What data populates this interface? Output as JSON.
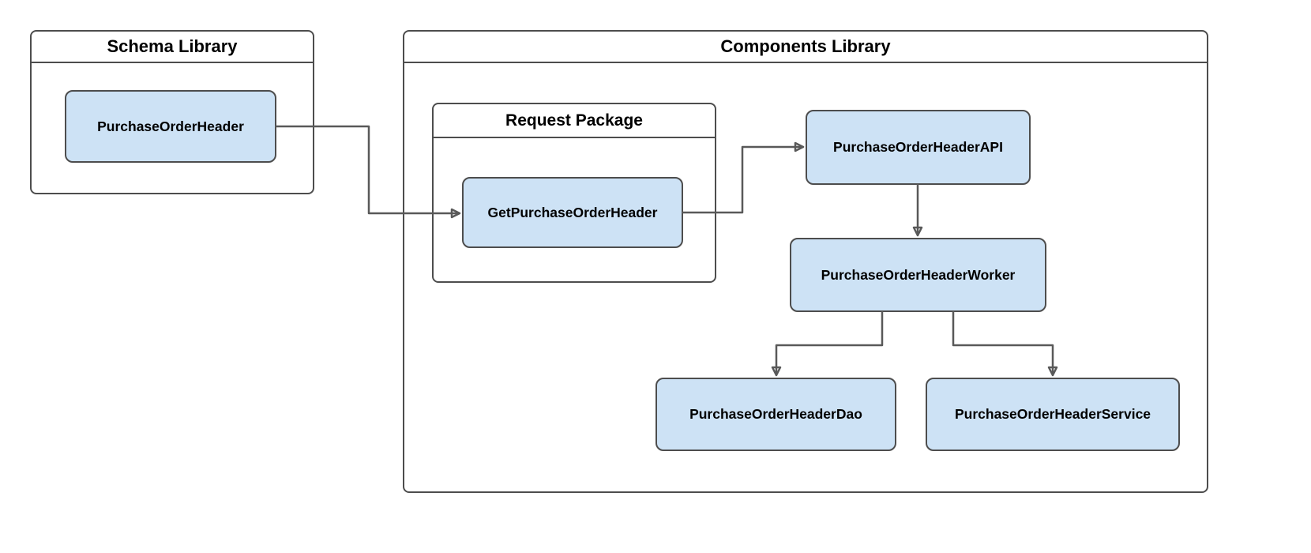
{
  "diagram": {
    "containers": {
      "schema_library": {
        "title": "Schema Library"
      },
      "components_library": {
        "title": "Components Library"
      },
      "request_package": {
        "title": "Request Package"
      }
    },
    "nodes": {
      "purchase_order_header": {
        "label": "PurchaseOrderHeader"
      },
      "get_purchase_order_header": {
        "label": "GetPurchaseOrderHeader"
      },
      "purchase_order_header_api": {
        "label": "PurchaseOrderHeaderAPI"
      },
      "purchase_order_header_worker": {
        "label": "PurchaseOrderHeaderWorker"
      },
      "purchase_order_header_dao": {
        "label": "PurchaseOrderHeaderDao"
      },
      "purchase_order_header_service": {
        "label": "PurchaseOrderHeaderService"
      }
    },
    "edges": [
      {
        "from": "PurchaseOrderHeader",
        "to": "GetPurchaseOrderHeader"
      },
      {
        "from": "GetPurchaseOrderHeader",
        "to": "PurchaseOrderHeaderAPI"
      },
      {
        "from": "PurchaseOrderHeaderAPI",
        "to": "PurchaseOrderHeaderWorker"
      },
      {
        "from": "PurchaseOrderHeaderWorker",
        "to": "PurchaseOrderHeaderDao"
      },
      {
        "from": "PurchaseOrderHeaderWorker",
        "to": "PurchaseOrderHeaderService"
      }
    ],
    "colors": {
      "node_fill": "#cde2f5",
      "node_border": "#4d4d4d",
      "container_border": "#4d4d4d",
      "arrow": "#595959"
    }
  }
}
